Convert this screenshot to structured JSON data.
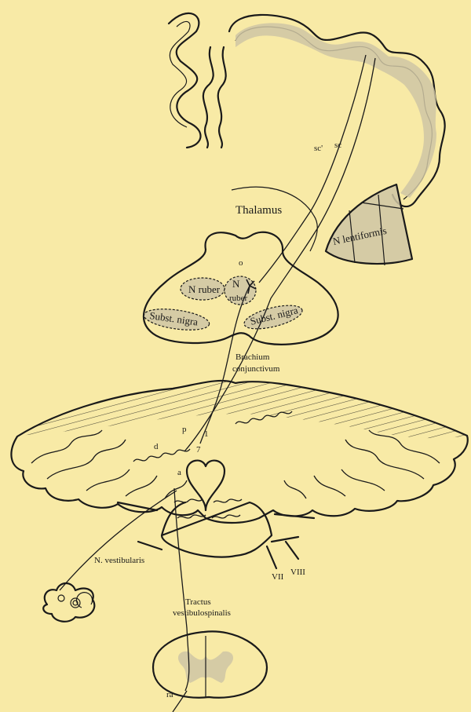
{
  "labels": {
    "sc_prime": "sc'",
    "sc": "sc",
    "thalamus": "Thalamus",
    "n_lentiformis": "N lentiformis",
    "o": "o",
    "n_ruber_left": "N ruber",
    "n_ruber_right_n": "N",
    "n_ruber_right": "ruber",
    "subst_nigra_left": "Subst. nigra",
    "subst_nigra_right": "Subst. nigra",
    "brachium": "Brachium",
    "conjunctivum": "conjunctivum",
    "p": "p",
    "d": "d",
    "a": "a",
    "one": "1",
    "seven": "7",
    "n_vestibularis": "N. vestibularis",
    "vii": "VII",
    "viii": "VIII",
    "tractus": "Tractus",
    "vestibulospinalis": "vestibulospinalis",
    "ra": "ra"
  },
  "colors": {
    "background": "#f8eaa6",
    "ink": "#1a1a1a",
    "stipple": "#cfc6a4"
  }
}
